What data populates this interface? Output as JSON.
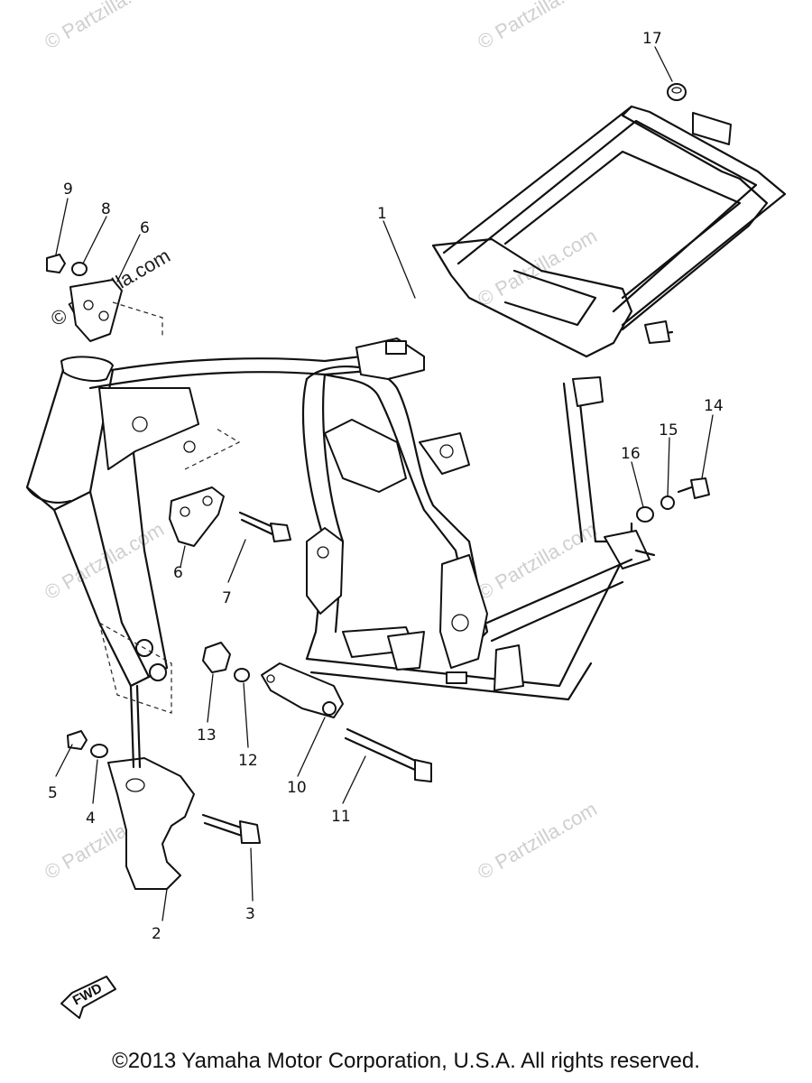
{
  "watermark": "© Partzilla.com",
  "fwd_label": "FWD",
  "callouts": [
    "1",
    "2",
    "3",
    "4",
    "5",
    "6",
    "6",
    "7",
    "8",
    "9",
    "10",
    "11",
    "12",
    "13",
    "14",
    "15",
    "16",
    "17"
  ],
  "copyright": "©2013  Yamaha Motor Corporation, U.S.A. All rights reserved."
}
